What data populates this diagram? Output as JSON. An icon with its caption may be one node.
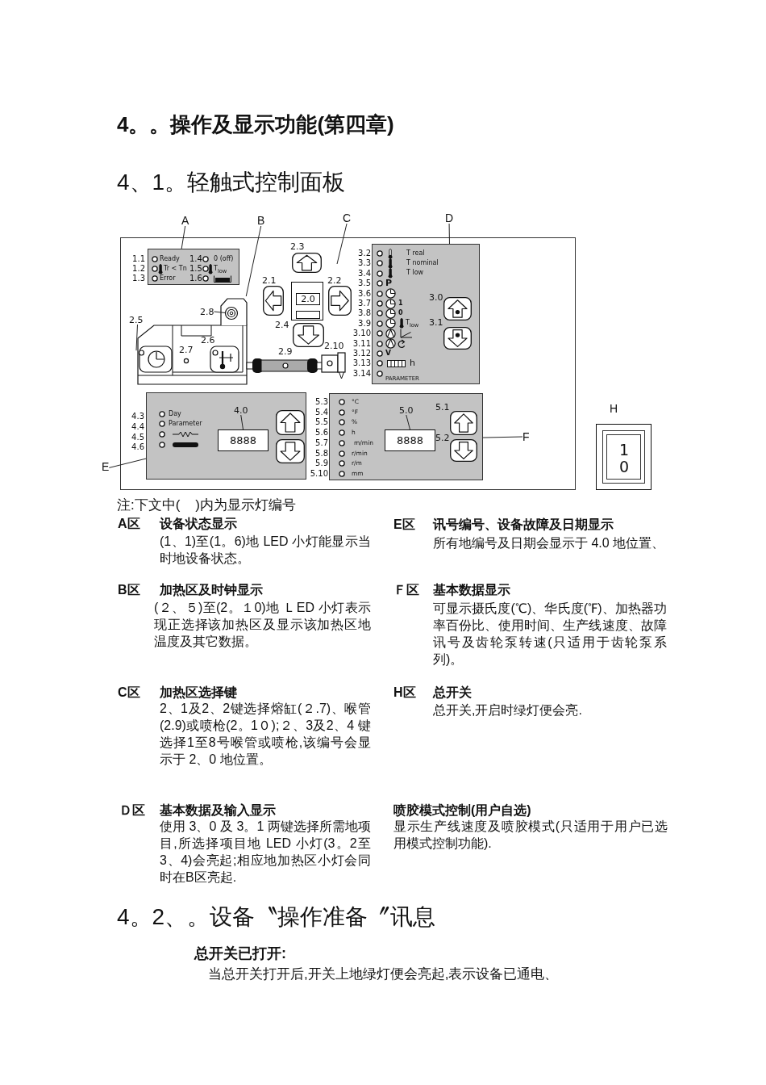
{
  "diagram": {
    "title": "4。。操作及显示功能(第四章)",
    "nodes": [
      {
        "text": [
          "A"
        ]
      },
      {
        "text": [
          "B"
        ]
      },
      {
        "text": [
          "C"
        ]
      },
      {
        "text": [
          "D"
        ]
      },
      {
        "text": [],
        "shape": "box"
      },
      {
        "text": [
          "Ready",
          "1.4",
          "0 (off)",
          "Tr < Tn",
          "1.5",
          "T$_{low}$",
          "Error",
          "1.6"
        ],
        "beside": [
          "1.1",
          "1.2",
          "1.3"
        ],
        "in": 4
      },
      {
        "text": [],
        "shape": "picture",
        "in": 4
      },
      {
        "text": [
          "2.5"
        ],
        "in": 4
      },
      {
        "text": [
          "2.8"
        ],
        "in": 6
      },
      {
        "text": [
          "2.0"
        ],
        "in": 4
      },
      {
        "text": [
          "T real",
          "T nominal",
          "T low",
          "P",
          "1",
          "0",
          "T$_{low}$",
          "V",
          "h",
          "PARAMETER",
          "3.0",
          "3.1"
        ],
        "beside": [
          "3.2",
          "3.3",
          "3.4",
          "3.5",
          "3.6",
          "3.7",
          "3.8",
          "3.9",
          "3.10",
          "3.11",
          "3.12",
          "3.13",
          "3.14"
        ],
        "in": 4
      },
      {
        "text": [
          "Day",
          "Parameter"
        ],
        "beside": [
          "4.3",
          "4.4",
          "4.5",
          "4.6"
        ],
        "in": 4
      },
      {
        "text": [
          "4.0"
        ],
        "in": 11
      },
      {
        "text": [
          "8888"
        ],
        "in": 11
      },
      {
        "text": [
          "°C",
          "°F",
          "%",
          "h",
          "m/min",
          "r/min",
          "r/m",
          "mm",
          "5.1",
          "5.2"
        ],
        "beside": [
          "5.3",
          "5.4",
          "5.5",
          "5.6",
          "5.7",
          "5.8",
          "5.9",
          "5.10"
        ],
        "in": 4
      },
      {
        "text": [
          "5.0"
        ],
        "in": 14
      },
      {
        "text": [
          "8888"
        ],
        "in": 14
      },
      {
        "text": [
          "E"
        ]
      },
      {
        "text": [
          "F"
        ],
        "in": 4
      },
      {
        "text": [
          "1",
          "0"
        ],
        "beside": [
          "H"
        ]
      }
    ],
    "edges": [
      {
        "from": 0,
        "to": 5,
        "arrow": "none"
      },
      {
        "from": 1,
        "to": 6,
        "arrow": "none"
      },
      {
        "from": 2,
        "to": null,
        "arrow": "none"
      },
      {
        "from": 3,
        "to": 10,
        "arrow": "none"
      },
      {
        "from": 7,
        "to": 6,
        "arrow": "none"
      },
      {
        "from": 8,
        "to": 6,
        "arrow": "none"
      },
      {
        "from": 12,
        "to": 13,
        "arrow": "none"
      },
      {
        "from": 15,
        "to": 16,
        "arrow": "none"
      },
      {
        "from": 17,
        "to": 11,
        "arrow": "none"
      },
      {
        "from": 18,
        "to": 14,
        "arrow": "none"
      }
    ],
    "labels": [
      "4、1。轻触式控制面板",
      "2.3",
      "2.1",
      "2.2",
      "2.4",
      "2.7",
      "2.6",
      "2.9",
      "2.10",
      "注:下文中(    )内为显示灯编号",
      "A区",
      "设备状态显示",
      "(1、1)至(1。6)地 LED 小灯能显示当时地设备状态。",
      "B区",
      "加热区及时钟显示",
      "(２、５)至(2。１0)地 ＬED 小灯表示现正选择该加热区及显示该加热区地温度及其它数据。",
      "C区",
      "加热区选择键",
      "2、1及2、2键选择熔缸(２.7)、喉管(2.9)或喷枪(2。1０);２、3及2、4 键选择1至8号喉管或喷枪,该编号会显示于 2、0 地位置。",
      "Ｄ区",
      "基本数据及输入显示",
      "使用 3、0 及 3。1 两键选择所需地项目,所选择项目地 LED 小灯(3。2至3、4)会亮起;相应地加热区小灯会同时在B区亮起.",
      "E区",
      "讯号编号、设备故障及日期显示",
      "所有地编号及日期会显示于 4.0 地位置、",
      "Ｆ区",
      "基本数据显示",
      "可显示摄氏度(℃)、华氏度(℉)、加热器功率百份比、使用时间、生产线速度、故障讯号及齿轮泵转速(只适用于齿轮泵系列)。",
      "H区",
      "总开关",
      "总开关,开启时绿灯便会亮.",
      "喷胶模式控制(用户自选)",
      "显示生产线速度及喷胶模式(只适用于用户已选用模式控制功能).",
      "4。2、。设备〝操作准备〞讯息",
      "总开关已打开:",
      "当总开关打开后,开关上地绿灯便会亮起,表示设备已通电、"
    ]
  }
}
